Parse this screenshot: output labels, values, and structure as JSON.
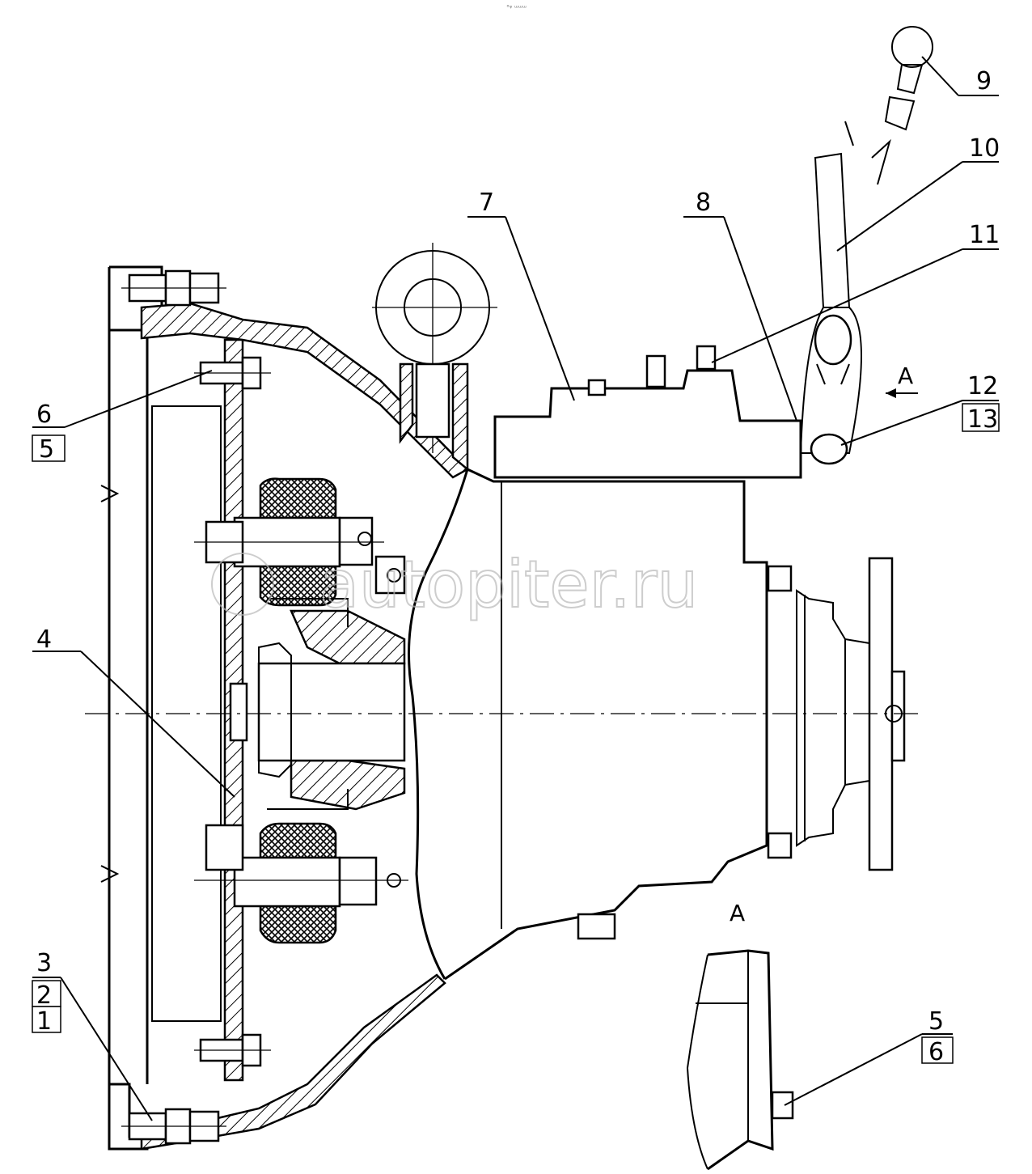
{
  "header_mark": "°ᵠ ᵚᵚᵚ",
  "watermark": "autopiter.ru",
  "callouts": {
    "c1": "1",
    "c2": "2",
    "c3": "3",
    "c4": "4",
    "c5": "5",
    "c6": "6",
    "c7": "7",
    "c8": "8",
    "c9": "9",
    "c10": "10",
    "c11": "11",
    "c12": "12",
    "c13": "13",
    "view_arrow": "A",
    "view_title": "A",
    "detail_5": "5",
    "detail_6": "6"
  }
}
